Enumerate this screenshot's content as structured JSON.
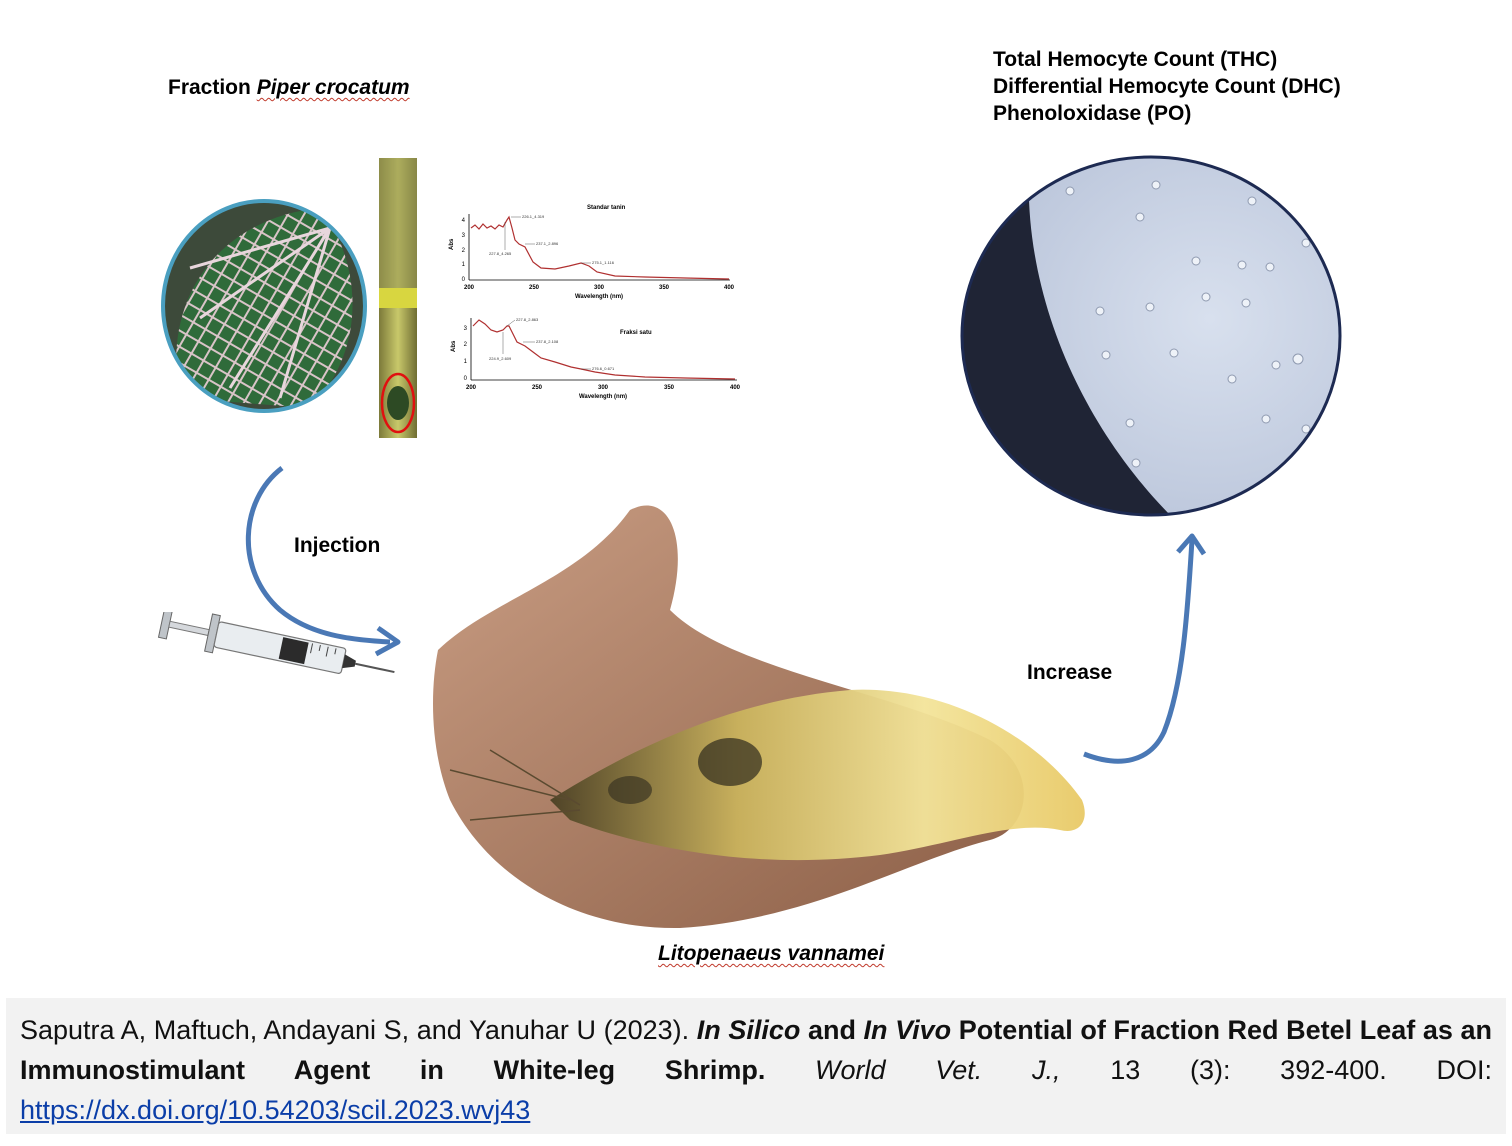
{
  "labels": {
    "fraction_prefix": "Fraction ",
    "fraction_species": "Piper crocatum",
    "measures": [
      "Total Hemocyte Count (THC)",
      "Differential Hemocyte Count (DHC)",
      "Phenoloxidase (PO)"
    ],
    "injection": "Injection",
    "increase": "Increase",
    "species": "Litopenaeus vannamei"
  },
  "spectra": {
    "top": {
      "title": "Standar tanin",
      "ylabel": "Abs",
      "xlabel": "Wavelength (nm)",
      "yticks": [
        "4",
        "3",
        "2",
        "1",
        "0"
      ],
      "xticks": [
        "200",
        "250",
        "300",
        "350",
        "400"
      ],
      "annotations": [
        "226.1_4.319",
        "237.1_2.896",
        "227.8_4.265",
        "275.1_1.116"
      ]
    },
    "bottom": {
      "title": "Fraksi satu",
      "ylabel": "Abs",
      "xlabel": "Wavelength (nm)",
      "yticks": [
        "3",
        "2",
        "1",
        "0"
      ],
      "xticks": [
        "200",
        "250",
        "300",
        "350",
        "400"
      ],
      "annotations": [
        "227.8_2.863",
        "237.8_2.108",
        "224.9_2.609",
        "276.6_0.671"
      ]
    }
  },
  "citation": {
    "authors": "Saputra A, Maftuch, Andayani S, and Yanuhar U (2023). ",
    "title_italic_1": "In Silico",
    "title_and": " and ",
    "title_italic_2": "In Vivo",
    "title_rest": " Potential of Fraction Red Betel Leaf as an Immunostimulant Agent in White-leg Shrimp.",
    "journal": "World Vet. J.,",
    "volume": " 13 (3): 392-400. DOI: ",
    "doi": "https://dx.doi.org/10.54203/scil.2023.wvj43"
  },
  "colors": {
    "arrow": "#4a78b5",
    "circle_border": "#4a9fc0",
    "spectrum_line": "#b03030",
    "citation_bg": "#f2f2f2",
    "link": "#0b3ea8"
  }
}
